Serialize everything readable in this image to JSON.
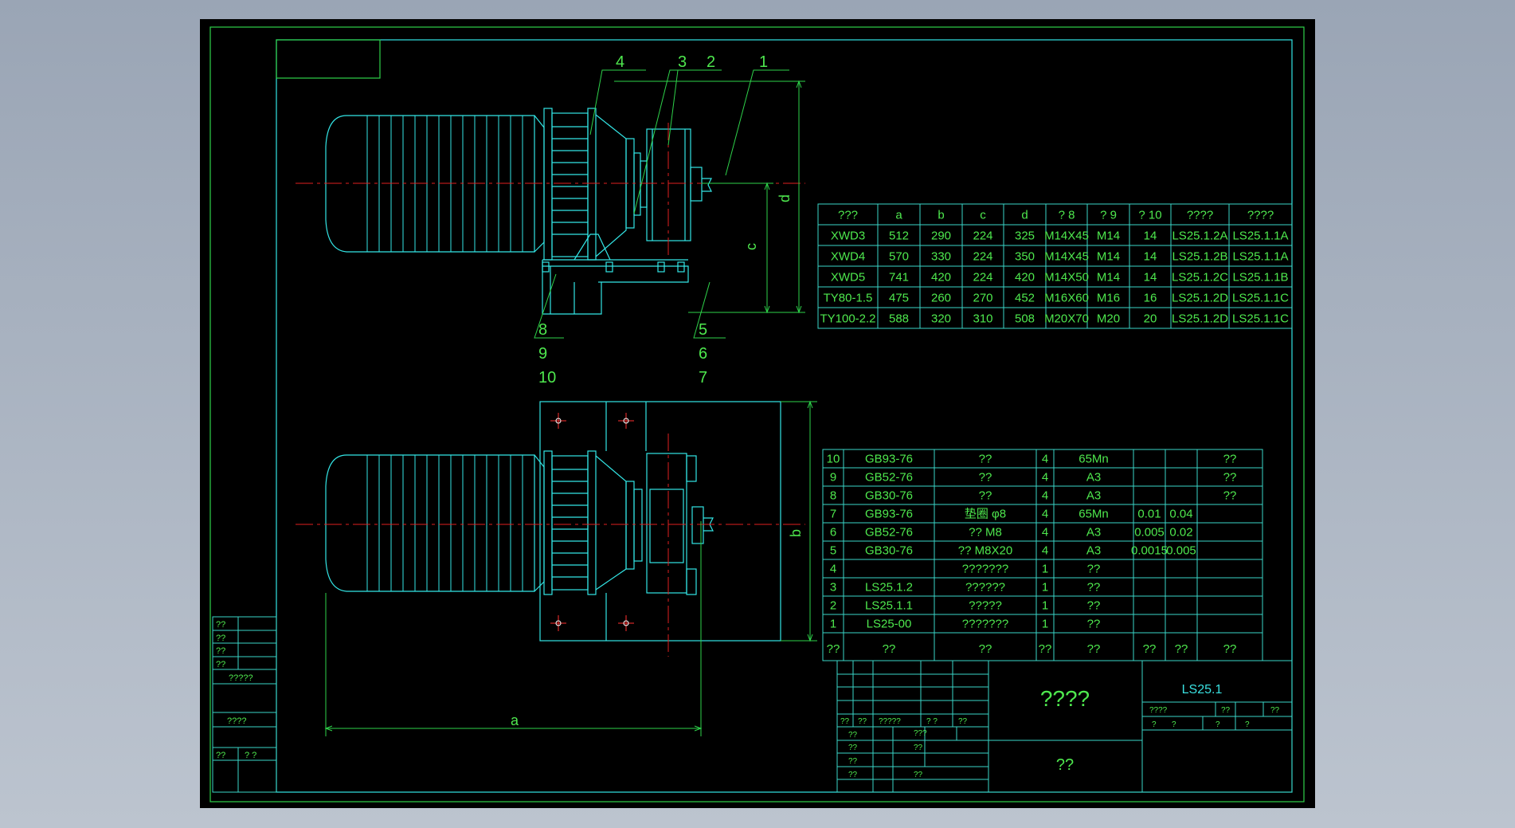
{
  "colors": {
    "frame": "#2ed24a",
    "outline": "#33e6e6",
    "table": "#3ad6c8",
    "text_green": "#4ee84e",
    "text_cyan": "#39e0e0",
    "centerline": "#e02020",
    "dimension": "#2ed24a",
    "hole_marker": "#ff3030",
    "background": "#000000"
  },
  "callouts": [
    "4",
    "3",
    "2",
    "1",
    "8",
    "9",
    "10",
    "5",
    "6",
    "7"
  ],
  "dimensions": {
    "a": "a",
    "b": "b",
    "c": "c",
    "d": "d"
  },
  "spec_table": {
    "headers": [
      "???",
      "a",
      "b",
      "c",
      "d",
      "? 8",
      "? 9",
      "? 10",
      "????",
      "????"
    ],
    "rows": [
      [
        "XWD3",
        "512",
        "290",
        "224",
        "325",
        "M14X45",
        "M14",
        "14",
        "LS25.1.2A",
        "LS25.1.1A"
      ],
      [
        "XWD4",
        "570",
        "330",
        "224",
        "350",
        "M14X45",
        "M14",
        "14",
        "LS25.1.2B",
        "LS25.1.1A"
      ],
      [
        "XWD5",
        "741",
        "420",
        "224",
        "420",
        "M14X50",
        "M14",
        "14",
        "LS25.1.2C",
        "LS25.1.1B"
      ],
      [
        "TY80-1.5",
        "475",
        "260",
        "270",
        "452",
        "M16X60",
        "M16",
        "16",
        "LS25.1.2D",
        "LS25.1.1C"
      ],
      [
        "TY100-2.2",
        "588",
        "320",
        "310",
        "508",
        "M20X70",
        "M20",
        "20",
        "LS25.1.2D",
        "LS25.1.1C"
      ]
    ]
  },
  "parts_list": {
    "rows": [
      [
        "10",
        "GB93-76",
        "??",
        "4",
        "65Mn",
        "",
        "",
        "??"
      ],
      [
        "9",
        "GB52-76",
        "??",
        "4",
        "A3",
        "",
        "",
        "??"
      ],
      [
        "8",
        "GB30-76",
        "??",
        "4",
        "A3",
        "",
        "",
        "??"
      ],
      [
        "7",
        "GB93-76",
        "垫圈  φ8",
        "4",
        "65Mn",
        "0.01",
        "0.04",
        ""
      ],
      [
        "6",
        "GB52-76",
        "?? M8",
        "4",
        "A3",
        "0.005",
        "0.02",
        ""
      ],
      [
        "5",
        "GB30-76",
        "?? M8X20",
        "4",
        "A3",
        "0.0015",
        "0.005",
        ""
      ],
      [
        "4",
        "",
        "???????",
        "1",
        "??",
        "",
        "",
        ""
      ],
      [
        "3",
        "LS25.1.2",
        "??????",
        "1",
        "??",
        "",
        "",
        ""
      ],
      [
        "2",
        "LS25.1.1",
        "?????",
        "1",
        "??",
        "",
        "",
        ""
      ],
      [
        "1",
        "LS25-00",
        "???????",
        "1",
        "??",
        "",
        "",
        ""
      ]
    ],
    "header": [
      "??",
      "??",
      "??",
      "??",
      "??",
      "??",
      "??",
      "??"
    ]
  },
  "title_block": {
    "drawing_no": "LS25.1",
    "name": "????",
    "company": "??",
    "left_labels": [
      "??",
      "??",
      "?????",
      "? ?",
      "??"
    ],
    "rows_small": [
      [
        "??",
        "???"
      ],
      [
        "??",
        "??"
      ],
      [
        "??",
        ""
      ],
      [
        "??",
        "??"
      ]
    ],
    "right_labels": [
      "????",
      "??",
      "??"
    ],
    "right_small": [
      "?",
      "?",
      "?",
      "?"
    ]
  },
  "left_strip": {
    "labels": [
      "??",
      "??",
      "??",
      "??",
      "?????",
      "????",
      "??",
      "? ?"
    ]
  }
}
